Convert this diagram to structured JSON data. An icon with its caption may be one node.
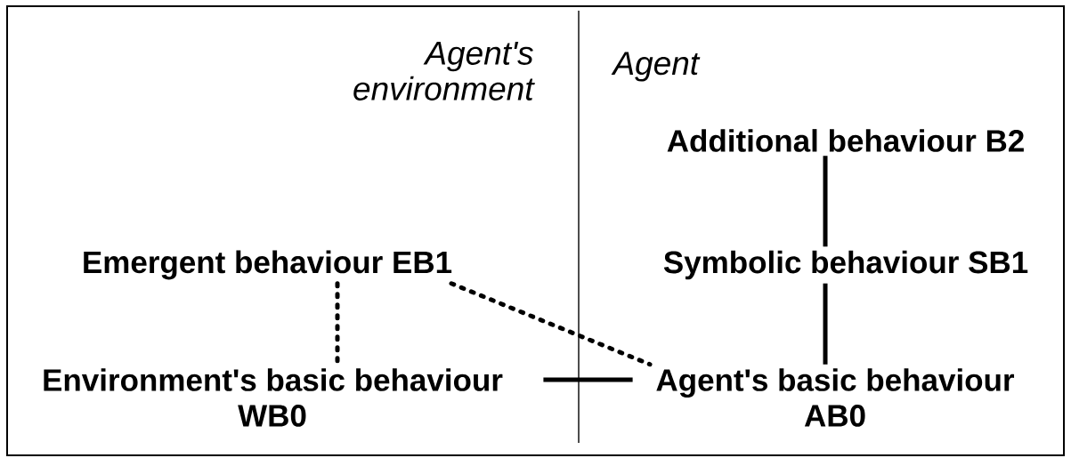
{
  "diagram": {
    "nodes": [
      {
        "text": [
          "Additional behaviour  B2"
        ]
      },
      {
        "text": [
          "Emergent behaviour  EB1"
        ]
      },
      {
        "text": [
          "Symbolic behaviour  SB1"
        ]
      },
      {
        "text": [
          "Environment's basic behaviour WB0"
        ]
      },
      {
        "text": [
          "Agent's basic behaviour AB0"
        ]
      }
    ],
    "edges": [
      {
        "from": 0,
        "to": 2,
        "arrow": "none"
      },
      {
        "from": 2,
        "to": 4,
        "arrow": "none"
      },
      {
        "from": 1,
        "to": 3,
        "arrow": "none",
        "style": "dashed"
      },
      {
        "from": 1,
        "to": 4,
        "arrow": "none",
        "style": "dashed"
      },
      {
        "from": 3,
        "to": 4,
        "arrow": "none"
      }
    ],
    "labels": [
      "Agent's environment",
      "Agent"
    ]
  }
}
